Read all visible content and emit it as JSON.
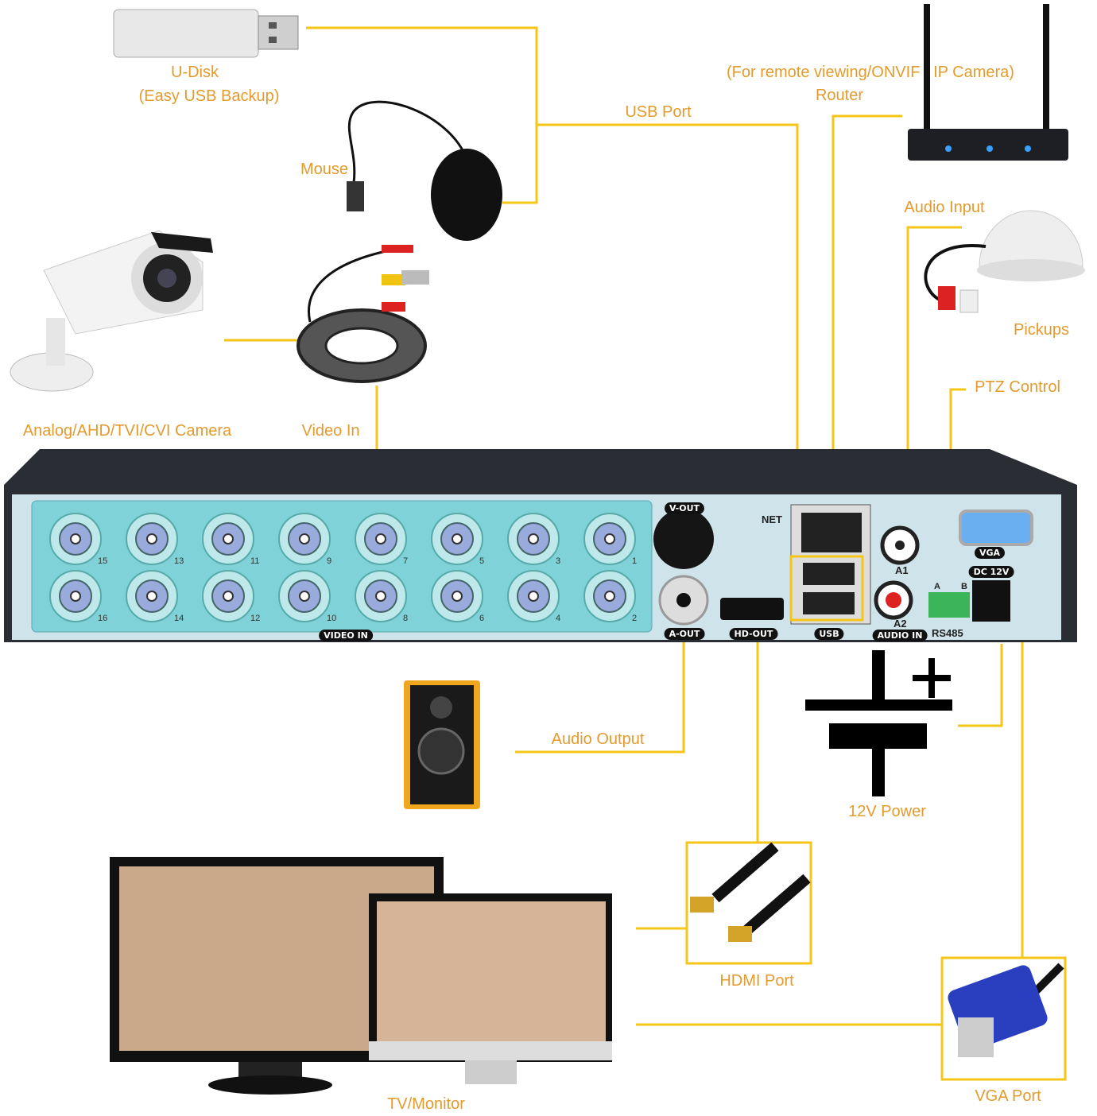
{
  "labels": {
    "udisk": "U-Disk",
    "udisk_sub": "(Easy USB Backup)",
    "mouse": "Mouse",
    "usb_port": "USB Port",
    "remote": "(For remote viewing/ONVIF   IP Camera)",
    "router": "Router",
    "audio_input": "Audio Input",
    "pickups": "Pickups",
    "ptz": "PTZ Control",
    "camera": "Analog/AHD/TVI/CVI Camera",
    "video_in": "Video In",
    "audio_output": "Audio Output",
    "power": "12V Power",
    "hdmi": "HDMI Port",
    "tv": "TV/Monitor",
    "vga": "VGA Port"
  },
  "panel": {
    "v_out": "V-OUT",
    "a_out": "A-OUT",
    "hd_out": "HD-OUT",
    "net": "NET",
    "usb": "USB",
    "a1": "A1",
    "a2": "A2",
    "audio_in": "AUDIO IN",
    "rs485": "RS485",
    "vga": "VGA",
    "dc": "DC 12V",
    "video_in": "VIDEO IN",
    "a": "A",
    "b": "B",
    "top_channels": [
      "15",
      "13",
      "11",
      "9",
      "7",
      "5",
      "3",
      "1"
    ],
    "bottom_channels": [
      "16",
      "14",
      "12",
      "10",
      "8",
      "6",
      "4",
      "2"
    ]
  },
  "colors": {
    "line": "#f5c518",
    "label": "#e39b2e",
    "panel": "#7fd3d8",
    "body": "#2a2d33"
  }
}
